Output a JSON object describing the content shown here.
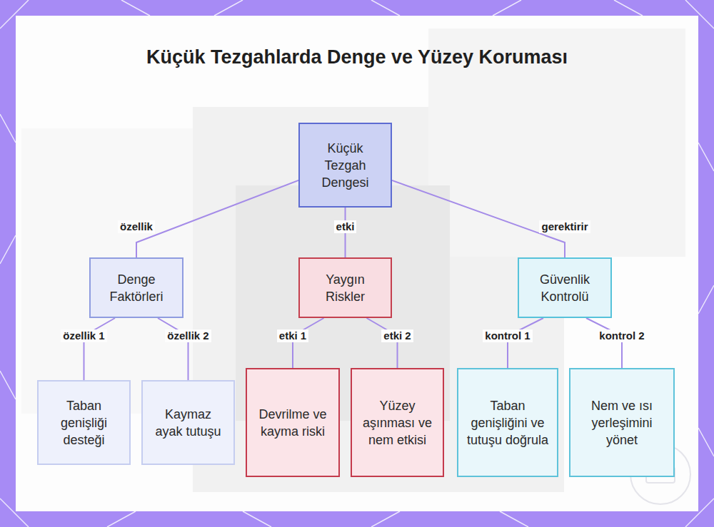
{
  "diagram": {
    "title": "Küçük Tezgahlarda Denge ve Yüzey Koruması",
    "nodes": [
      {
        "text": [
          "Küçük Tezgah Dengesi"
        ]
      },
      {
        "text": [
          "Denge Faktörleri"
        ]
      },
      {
        "text": [
          "Yaygın Riskler"
        ]
      },
      {
        "text": [
          "Güvenlik Kontrolü"
        ]
      },
      {
        "text": [
          "Taban genişliği desteği"
        ]
      },
      {
        "text": [
          "Kaymaz ayak tutuşu"
        ]
      },
      {
        "text": [
          "Devrilme ve kayma riski"
        ]
      },
      {
        "text": [
          "Yüzey aşınması ve nem etkisi"
        ]
      },
      {
        "text": [
          "Taban genişliğini ve tutuşu doğrula"
        ]
      },
      {
        "text": [
          "Nem ve ısı yerleşimini yönet"
        ]
      }
    ],
    "edges": [
      {
        "from": 0,
        "to": 1,
        "label": "özellik",
        "arrow": "none"
      },
      {
        "from": 0,
        "to": 2,
        "label": "etki",
        "arrow": "none"
      },
      {
        "from": 0,
        "to": 3,
        "label": "gerektirir",
        "arrow": "none"
      },
      {
        "from": 1,
        "to": 4,
        "label": "özellik 1",
        "arrow": "none"
      },
      {
        "from": 1,
        "to": 5,
        "label": "özellik 2",
        "arrow": "none"
      },
      {
        "from": 2,
        "to": 6,
        "label": "etki 1",
        "arrow": "none"
      },
      {
        "from": 2,
        "to": 7,
        "label": "etki 2",
        "arrow": "none"
      },
      {
        "from": 3,
        "to": 8,
        "label": "kontrol 1",
        "arrow": "none"
      },
      {
        "from": 3,
        "to": 9,
        "label": "kontrol 2",
        "arrow": "none"
      }
    ]
  }
}
